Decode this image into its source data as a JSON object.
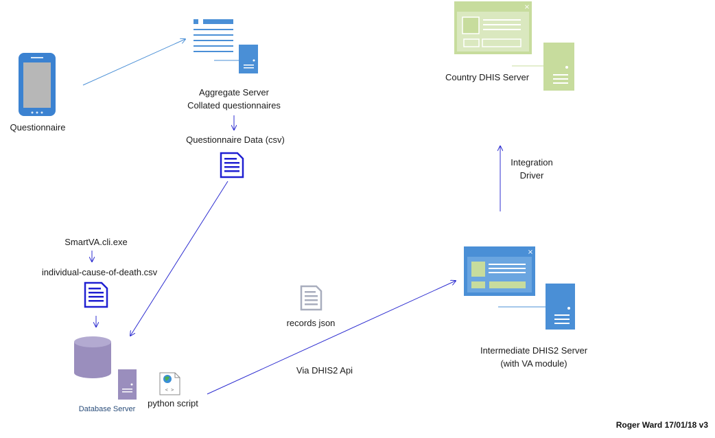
{
  "nodes": {
    "questionnaire": {
      "label": "Questionnaire",
      "icon": "mobile-phone-icon"
    },
    "aggregate_server": {
      "line1": "Aggregate Server",
      "line2": "Collated questionnaires",
      "icon": "server-icon"
    },
    "questionnaire_data": {
      "label": "Questionnaire Data (csv)",
      "icon": "document-icon"
    },
    "smartva": {
      "label": "SmartVA.cli.exe"
    },
    "cause_of_death": {
      "label": "individual-cause-of-death.csv",
      "icon": "document-icon"
    },
    "database_server": {
      "label": "Database Server",
      "icon": "database-icon"
    },
    "python_script": {
      "label": "python script",
      "icon": "script-file-icon"
    },
    "records_json": {
      "label": "records json",
      "icon": "document-icon"
    },
    "via_api": {
      "label": "Via DHIS2 Api"
    },
    "intermediate_server": {
      "line1": "Intermediate DHIS2 Server",
      "line2": "(with VA module)",
      "icon": "server-icon"
    },
    "integration_driver": {
      "line1": "Integration",
      "line2": "Driver"
    },
    "country_server": {
      "label": "Country DHIS Server",
      "icon": "server-icon"
    }
  },
  "signature": "Roger Ward 17/01/18 v3",
  "colors": {
    "phone_blue": "#3b82d1",
    "server_blue": "#4a8fd6",
    "country_green": "#c7dc9d",
    "doc_dark_blue": "#1f1fd1",
    "doc_grey": "#a8adbd",
    "db_purple": "#9a8ebd",
    "arrow_blue": "#2c2cd0",
    "arrow_light_blue": "#4a8fd6"
  }
}
